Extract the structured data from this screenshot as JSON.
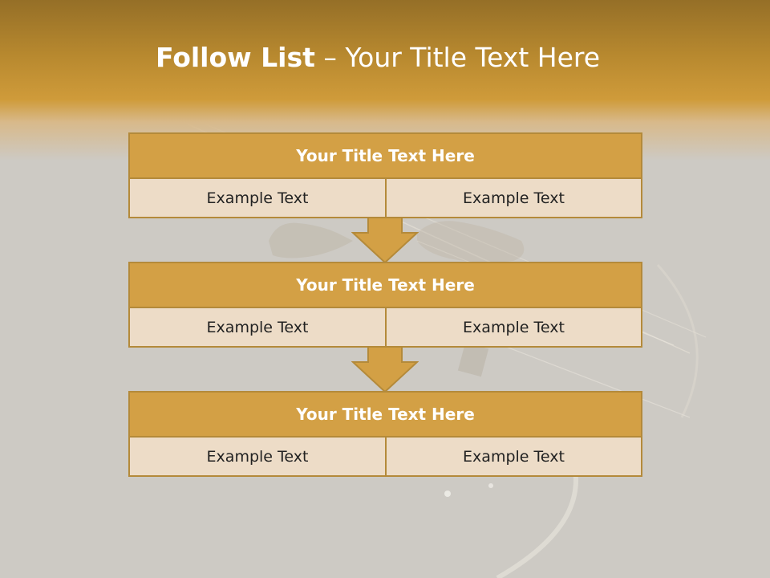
{
  "slide": {
    "title_bold": "Follow List",
    "title_rest": " – Your Title Text Here"
  },
  "blocks": [
    {
      "title": "Your Title Text Here",
      "left_text": "Example Text",
      "right_text": "Example Text"
    },
    {
      "title": "Your Title Text Here",
      "left_text": "Example Text",
      "right_text": "Example Text"
    },
    {
      "title": "Your Title Text Here",
      "left_text": "Example Text",
      "right_text": "Example Text"
    }
  ],
  "colors": {
    "header_gold": "#cf9b3a",
    "block_title_fill": "#d3a045",
    "cell_fill": "#eddcc7",
    "border": "#b48a3a",
    "background": "#cdcac4"
  }
}
